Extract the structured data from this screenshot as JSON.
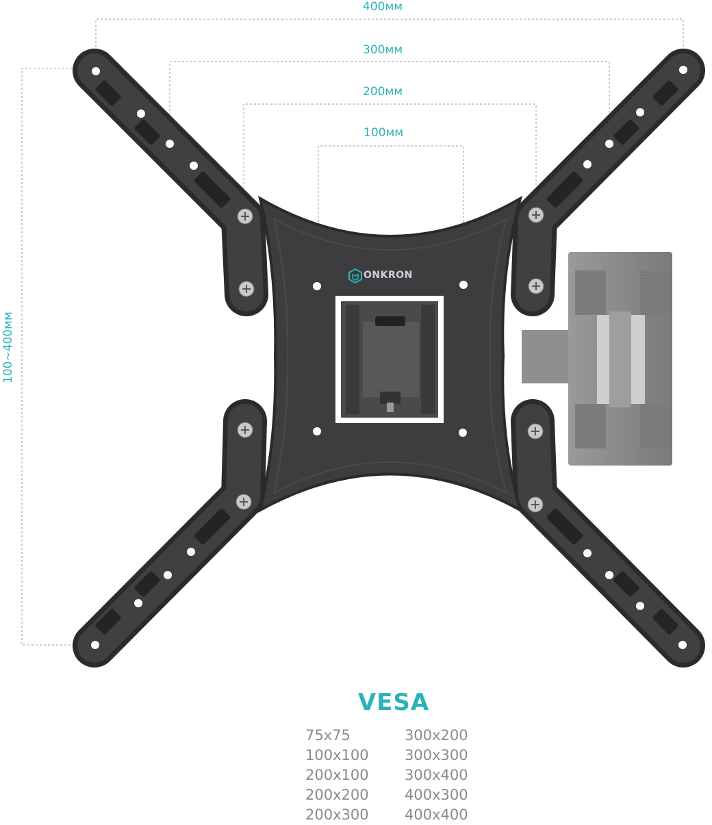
{
  "dimensions": {
    "d400": "400мм",
    "d300": "300мм",
    "d200": "200мм",
    "d100": "100мм",
    "vertical": "100~400мм"
  },
  "brand": {
    "name": "ONKRON",
    "logo_icon": "hexagon-cube-icon"
  },
  "vesa": {
    "title": "VESA",
    "column1": [
      "75x75",
      "100x100",
      "200x100",
      "200x200",
      "200x300"
    ],
    "column2": [
      "300x200",
      "300x300",
      "300x400",
      "400x300",
      "400x400"
    ]
  },
  "colors": {
    "accent": "#2ab3b8",
    "metal": "#3f3f41",
    "metal_dark": "#2b2b2d",
    "arm": "#8e8e8e",
    "text_gray": "#8a8a8a"
  }
}
